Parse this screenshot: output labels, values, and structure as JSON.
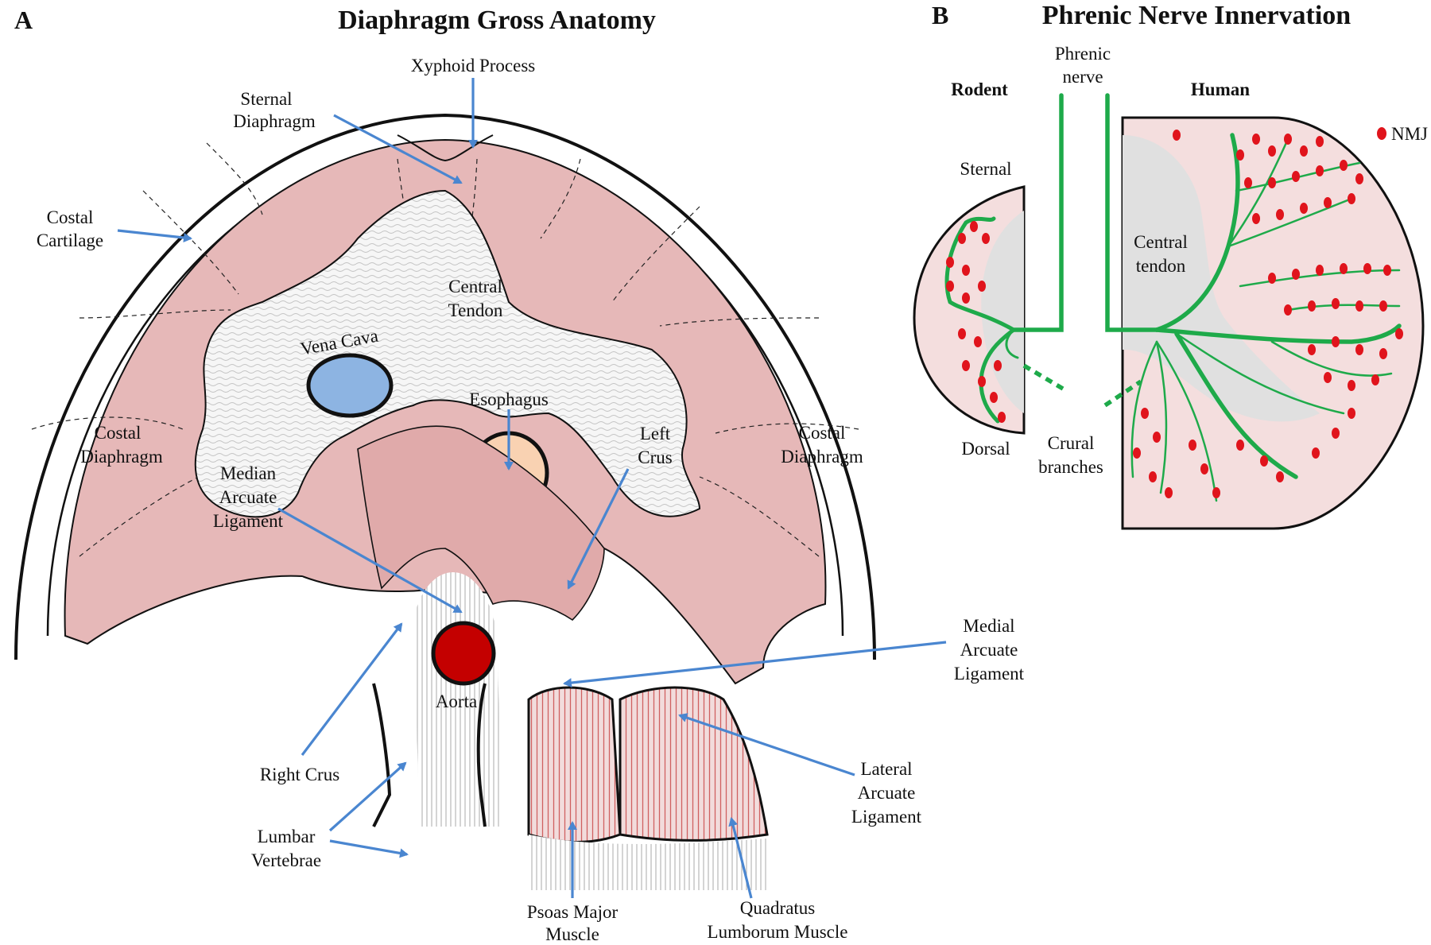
{
  "panel_a": {
    "letter": "A",
    "title": "Diaphragm Gross Anatomy",
    "labels": {
      "xyphoid": "Xyphoid Process",
      "sternal_1": "Sternal",
      "sternal_2": "Diaphragm",
      "costal_cart_1": "Costal",
      "costal_cart_2": "Cartilage",
      "central_1": "Central",
      "central_2": "Tendon",
      "vena_cava": "Vena Cava",
      "esophagus": "Esophagus",
      "costal_l_1": "Costal",
      "costal_l_2": "Diaphragm",
      "costal_r_1": "Costal",
      "costal_r_2": "Diaphragm",
      "left_crus_1": "Left",
      "left_crus_2": "Crus",
      "median_1": "Median",
      "median_2": "Arcuate",
      "median_3": "Ligament",
      "aorta": "Aorta",
      "medial_1": "Medial",
      "medial_2": "Arcuate",
      "medial_3": "Ligament",
      "lateral_1": "Lateral",
      "lateral_2": "Arcuate",
      "lateral_3": "Ligament",
      "right_crus": "Right Crus",
      "lumbar_1": "Lumbar",
      "lumbar_2": "Vertebrae",
      "psoas_1": "Psoas Major",
      "psoas_2": "Muscle",
      "quadratus_1": "Quadratus",
      "quadratus_2": "Lumborum Muscle"
    }
  },
  "panel_b": {
    "letter": "B",
    "title": "Phrenic Nerve Innervation",
    "labels": {
      "phrenic_1": "Phrenic",
      "phrenic_2": "nerve",
      "rodent": "Rodent",
      "human": "Human",
      "sternal": "Sternal",
      "dorsal": "Dorsal",
      "crural_1": "Crural",
      "crural_2": "branches",
      "central_1": "Central",
      "central_2": "tendon",
      "nmj": "NMJ"
    }
  },
  "colors": {
    "muscle": "#e6b8b8",
    "muscle_light": "#f4dede",
    "tendon": "#ececec",
    "nerve": "#1eaa4a",
    "nmj": "#e0141c",
    "arrow": "#4a86d0",
    "vena_cava": "#8db4e2",
    "esophagus": "#f9d2b2",
    "aorta": "#c40000"
  }
}
